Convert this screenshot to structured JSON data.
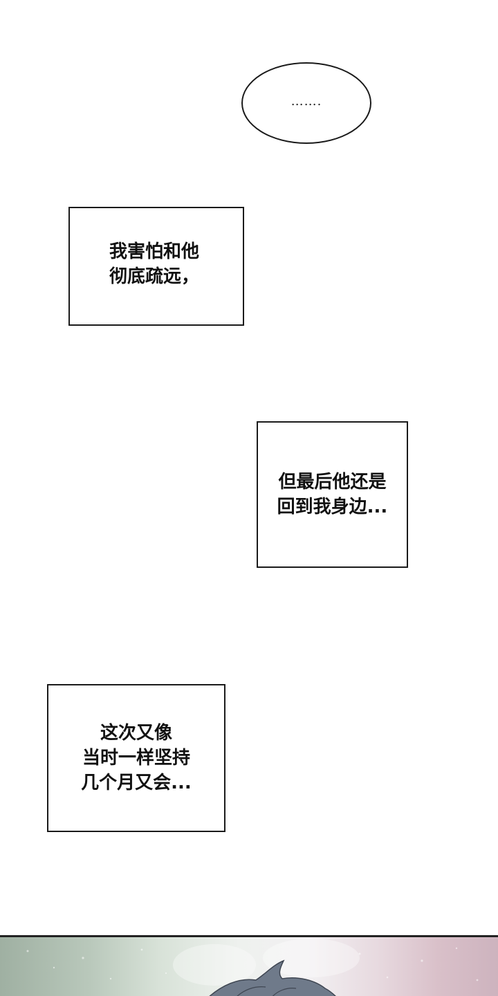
{
  "speech_bubble": {
    "text": "……."
  },
  "captions": [
    {
      "lines": [
        "我害怕和他",
        "彻底疏远，"
      ]
    },
    {
      "lines": [
        "但最后他还是",
        "回到我身边..."
      ]
    },
    {
      "lines": [
        "这次又像",
        "当时一样坚持",
        "几个月又会..."
      ]
    }
  ],
  "colors": {
    "background": "#ffffff",
    "border": "#1a1a1a",
    "panel_left": "#9fb0a2",
    "panel_right": "#cdb3be",
    "hair": "#6f7a8a"
  }
}
